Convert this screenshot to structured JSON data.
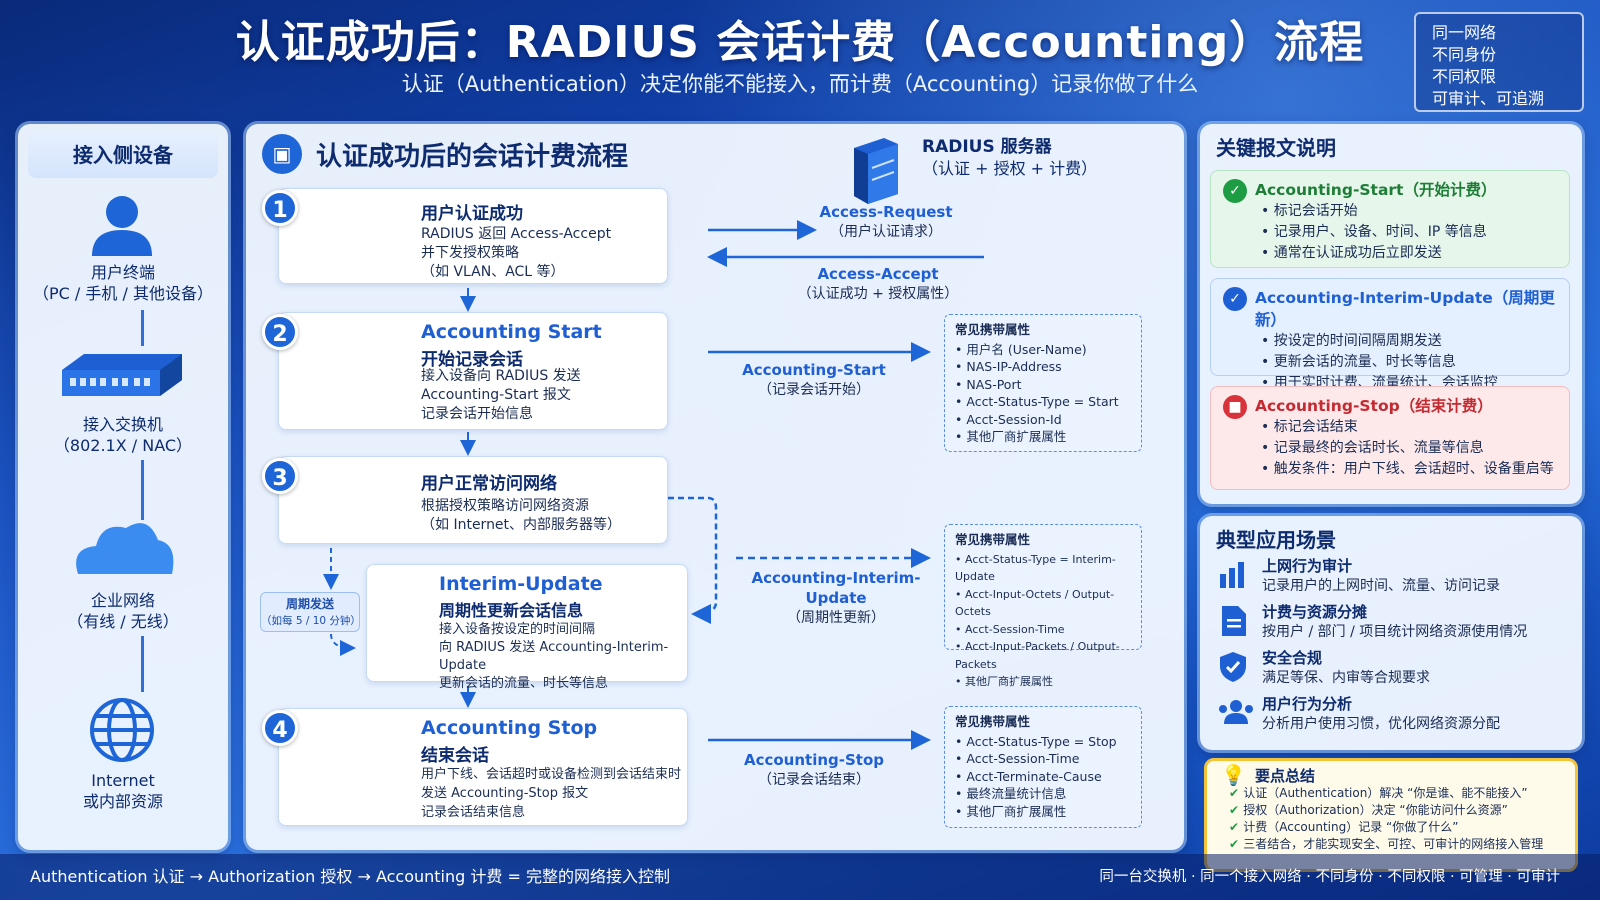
{
  "header": {
    "title": "认证成功后：RADIUS 会话计费（Accounting）流程",
    "subtitle": "认证（Authentication）决定你能不能接入，而计费（Accounting）记录你做了什么",
    "tag_lines": [
      "同一网络",
      "不同身份",
      "不同权限",
      "可审计、可追溯"
    ]
  },
  "left": {
    "title": "接入侧设备",
    "devices": [
      {
        "name": "用户终端",
        "sub": "（PC / 手机 / 其他设备）"
      },
      {
        "name": "接入交换机",
        "sub": "（802.1X / NAC）"
      },
      {
        "name": "企业网络",
        "sub": "（有线 / 无线）"
      },
      {
        "name": "Internet",
        "sub": "或内部资源"
      }
    ]
  },
  "center": {
    "title": "认证成功后的会话计费流程",
    "server": {
      "name": "RADIUS 服务器",
      "sub": "（认证 + 授权 + 计费）"
    },
    "steps": [
      {
        "num": "1",
        "title": "用户认证成功",
        "subtitle": "",
        "body": "RADIUS 返回 Access-Accept\n并下发授权策略\n（如 VLAN、ACL 等）"
      },
      {
        "num": "2",
        "title": "Accounting Start",
        "subtitle": "开始记录会话",
        "body": "接入设备向 RADIUS 发送\nAccounting-Start 报文\n记录会话开始信息"
      },
      {
        "num": "3",
        "title": "用户正常访问网络",
        "subtitle": "",
        "body": "根据授权策略访问网络资源\n（如 Internet、内部服务器等）"
      },
      {
        "num": "",
        "title": "Interim-Update",
        "subtitle": "周期性更新会话信息",
        "body": "接入设备按设定的时间间隔\n向 RADIUS 发送 Accounting-Interim-Update\n更新会话的流量、时长等信息"
      },
      {
        "num": "4",
        "title": "Accounting Stop",
        "subtitle": "结束会话",
        "body": "用户下线、会话超时或设备检测到会话结束时\n发送 Accounting-Stop 报文\n记录会话结束信息"
      }
    ],
    "period": {
      "label": "周期发送",
      "sub": "（如每 5 / 10 分钟）"
    },
    "messages": [
      {
        "name": "Access-Request",
        "sub": "（用户认证请求）"
      },
      {
        "name": "Access-Accept",
        "sub": "（认证成功 + 授权属性）"
      },
      {
        "name": "Accounting-Start",
        "sub": "（记录会话开始）"
      },
      {
        "name": "Accounting-Interim-Update",
        "sub": "（周期性更新）"
      },
      {
        "name": "Accounting-Stop",
        "sub": "（记录会话结束）"
      }
    ],
    "attr_boxes": [
      {
        "title": "常见携带属性",
        "items": [
          "用户名 (User-Name)",
          "NAS-IP-Address",
          "NAS-Port",
          "Acct-Status-Type = Start",
          "Acct-Session-Id",
          "其他厂商扩展属性"
        ]
      },
      {
        "title": "常见携带属性",
        "items": [
          "Acct-Status-Type = Interim-Update",
          "Acct-Input-Octets / Output-Octets",
          "Acct-Session-Time",
          "Acct-Input-Packets / Output-Packets",
          "其他厂商扩展属性"
        ]
      },
      {
        "title": "常见携带属性",
        "items": [
          "Acct-Status-Type = Stop",
          "Acct-Session-Time",
          "Acct-Terminate-Cause",
          "最终流量统计信息",
          "其他厂商扩展属性"
        ]
      }
    ]
  },
  "key_packets": {
    "title": "关键报文说明",
    "items": [
      {
        "title": "Accounting-Start（开始计费）",
        "color": "#1e9c44",
        "bg": "#e6f6ea",
        "bullets": [
          "标记会话开始",
          "记录用户、设备、时间、IP 等信息",
          "通常在认证成功后立即发送"
        ]
      },
      {
        "title": "Accounting-Interim-Update（周期更新）",
        "color": "#1e5fd3",
        "bg": "#e4efff",
        "bullets": [
          "按设定的时间间隔周期发送",
          "更新会话的流量、时长等信息",
          "用于实时计费、流量统计、会话监控"
        ]
      },
      {
        "title": "Accounting-Stop（结束计费）",
        "color": "#d8323a",
        "bg": "#fde9ea",
        "bullets": [
          "标记会话结束",
          "记录最终的会话时长、流量等信息",
          "触发条件：用户下线、会话超时、设备重启等"
        ]
      }
    ]
  },
  "scenarios": {
    "title": "典型应用场景",
    "items": [
      {
        "title": "上网行为审计",
        "desc": "记录用户的上网时间、流量、访问记录",
        "icon": "bar-chart-icon"
      },
      {
        "title": "计费与资源分摊",
        "desc": "按用户 / 部门 / 项目统计网络资源使用情况",
        "icon": "document-icon"
      },
      {
        "title": "安全合规",
        "desc": "满足等保、内审等合规要求",
        "icon": "shield-icon"
      },
      {
        "title": "用户行为分析",
        "desc": "分析用户使用习惯，优化网络资源分配",
        "icon": "users-icon"
      }
    ]
  },
  "summary": {
    "title": "要点总结",
    "items": [
      "认证（Authentication）解决 “你是谁、能不能接入”",
      "授权（Authorization）决定 “你能访问什么资源”",
      "计费（Accounting）记录 “你做了什么”",
      "三者结合，才能实现安全、可控、可审计的网络接入管理"
    ]
  },
  "footer": {
    "left": "Authentication 认证  →  Authorization 授权  →  Accounting 计费  =  完整的网络接入控制",
    "right": "同一台交换机 · 同一个接入网络 · 不同身份 · 不同权限 · 可管理 · 可审计"
  },
  "colors": {
    "accent": "#1e5fd3",
    "green": "#1e9c44",
    "red": "#d8323a",
    "yellow": "#f3c338"
  }
}
